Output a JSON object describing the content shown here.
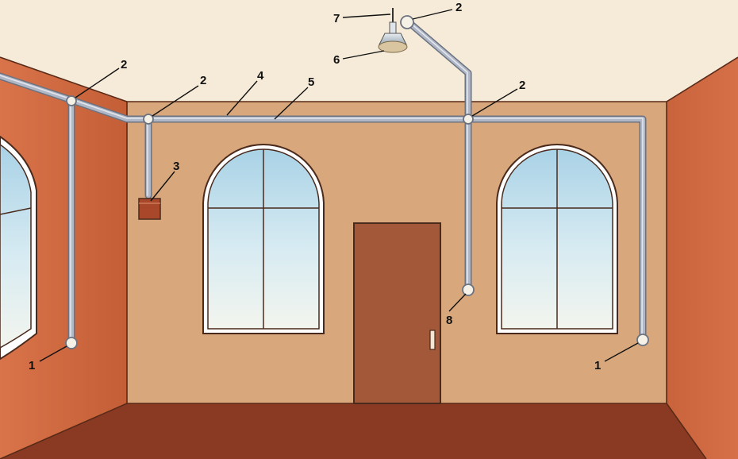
{
  "diagram": {
    "colors": {
      "ceiling": "#f6ebd8",
      "back_wall": "#d8a77c",
      "side_wall": "#c8653c",
      "floor": "#8a3a22",
      "door": "#a3583a",
      "glass": "#cfe6f1",
      "conduit": "#b0b7c6",
      "junction_box": "#a8472a"
    },
    "callouts": {
      "socket_left": "1",
      "socket_right": "1",
      "connector_left_wall": "2",
      "connector_corner": "2",
      "connector_ceiling": "2",
      "connector_center": "2",
      "junction_box": "3",
      "cable_line_4": "4",
      "cable_line_5": "5",
      "lamp": "6",
      "lamp_hook": "7",
      "switch": "8"
    }
  }
}
